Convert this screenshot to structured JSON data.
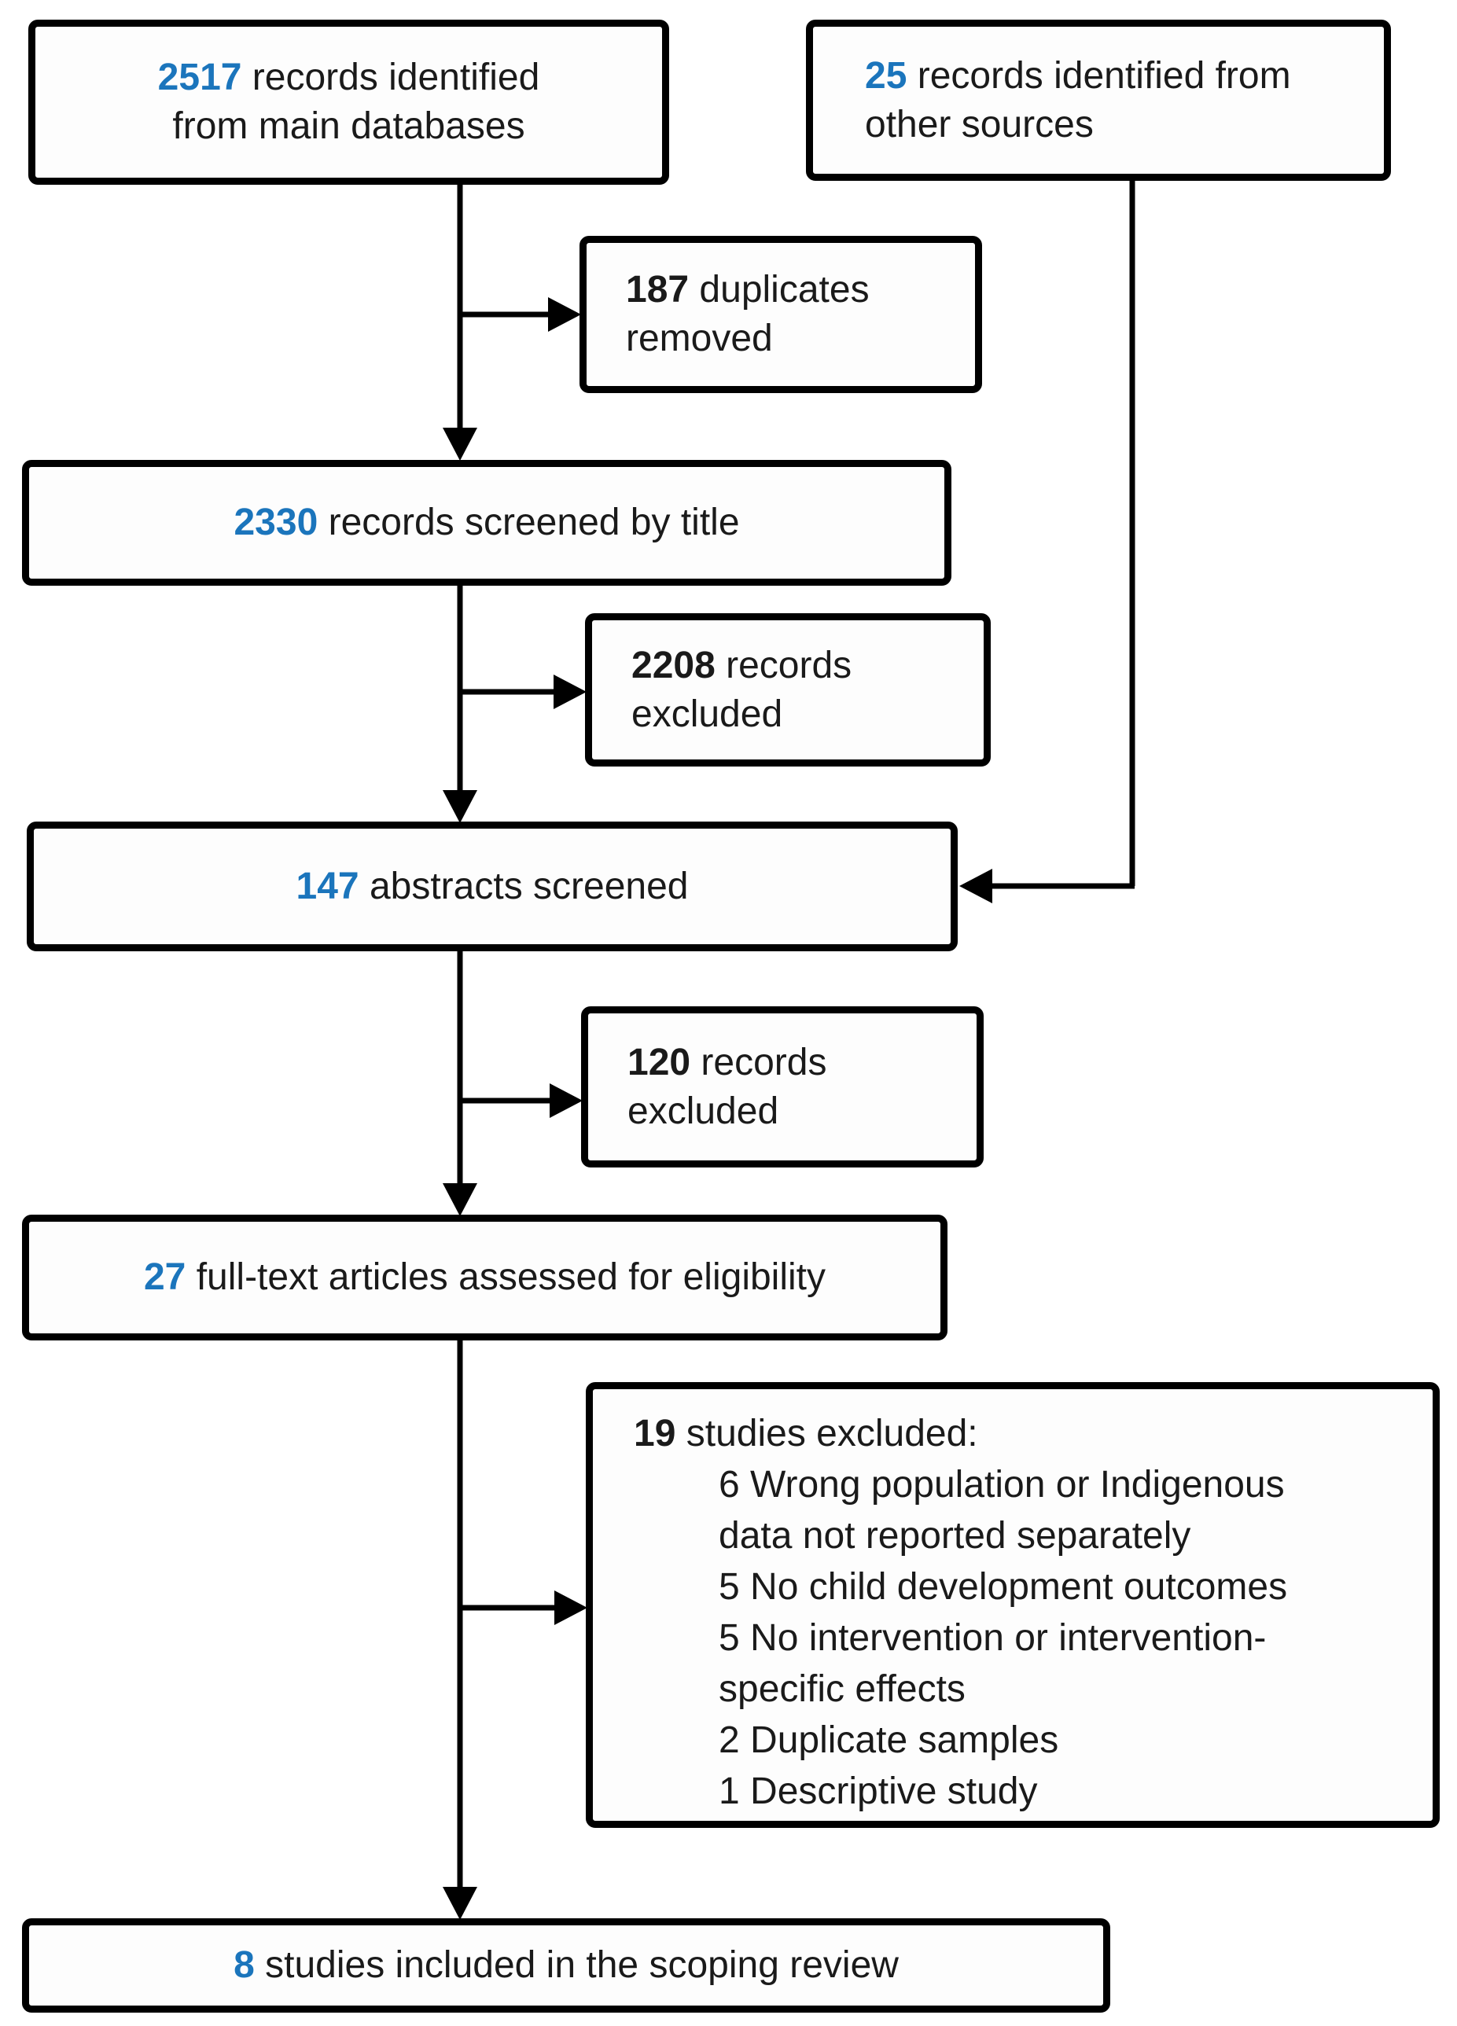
{
  "diagram": {
    "kind": "study-selection-flow",
    "accent_blue": "#1B75BC",
    "line_color": "#000000",
    "box_background": "#fdfdfd"
  },
  "boxes": {
    "identified_main": {
      "number": "2517",
      "line1_rest": " records identified",
      "line2": "from main databases"
    },
    "identified_other": {
      "number": "25",
      "line1_rest": " records identified from",
      "line2": "other sources"
    },
    "duplicates_removed": {
      "number": "187",
      "line1_rest": " duplicates",
      "line2": "removed"
    },
    "screened_title": {
      "number": "2330",
      "rest": " records screened by title"
    },
    "excluded_after_title": {
      "number": "2208",
      "line1_rest": " records",
      "line2": "excluded"
    },
    "abstracts_screened": {
      "number": "147",
      "rest": " abstracts screened"
    },
    "excluded_after_abstract": {
      "number": "120",
      "line1_rest": " records",
      "line2": "excluded"
    },
    "fulltext_assessed": {
      "number": "27",
      "rest": " full-text articles assessed for eligibility"
    },
    "studies_excluded": {
      "number": "19",
      "title_rest": " studies excluded:",
      "reasons": [
        "6 Wrong population or Indigenous",
        "data not reported separately",
        "5 No child development outcomes",
        "5 No intervention or intervention-",
        "specific effects",
        "2 Duplicate samples",
        "1 Descriptive study"
      ]
    },
    "included": {
      "number": "8",
      "rest": " studies included in the scoping review"
    }
  }
}
